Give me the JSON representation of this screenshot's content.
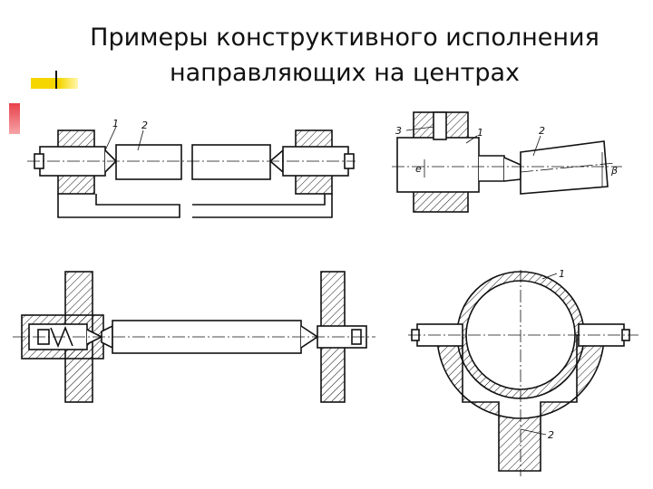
{
  "slide": {
    "title_line1": "Примеры конструктивного исполнения",
    "title_line2": "направляющих на центрах",
    "accent_yellow": "#f5d600",
    "accent_red": "#e8414a",
    "line_color": "#111111"
  },
  "figure_top_left": {
    "labels": [
      "1",
      "2"
    ]
  },
  "figure_top_right": {
    "labels": [
      "3",
      "1",
      "2",
      "e",
      "β"
    ]
  },
  "figure_bottom_right": {
    "labels": [
      "1",
      "2"
    ]
  }
}
